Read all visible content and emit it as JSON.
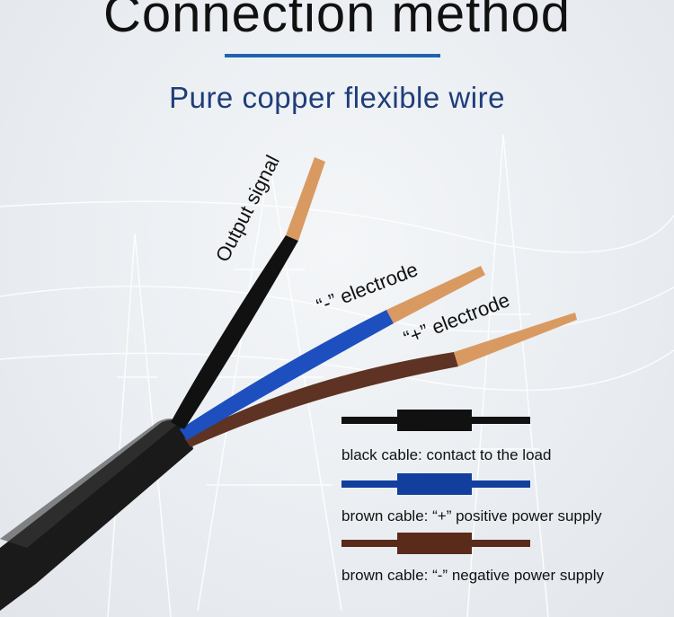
{
  "title": "Connection method",
  "subtitle": "Pure copper flexible wire",
  "wire_labels": {
    "output": "Output signal",
    "minus": "“-” electrode",
    "plus": "“+” electrode"
  },
  "legend": [
    {
      "color": "#111111",
      "text": "black cable: contact to the load"
    },
    {
      "color": "#123f9e",
      "text": "brown cable: “+” positive power supply"
    },
    {
      "color": "#5a2a1a",
      "text": "brown cable: “-” negative power supply"
    }
  ],
  "colors": {
    "accent_line": "#1f63b0",
    "subtitle": "#1f3d7a",
    "black_wire": "#111111",
    "blue_wire": "#1d4fbf",
    "brown_wire": "#5e3323",
    "copper": "#d99a62"
  }
}
